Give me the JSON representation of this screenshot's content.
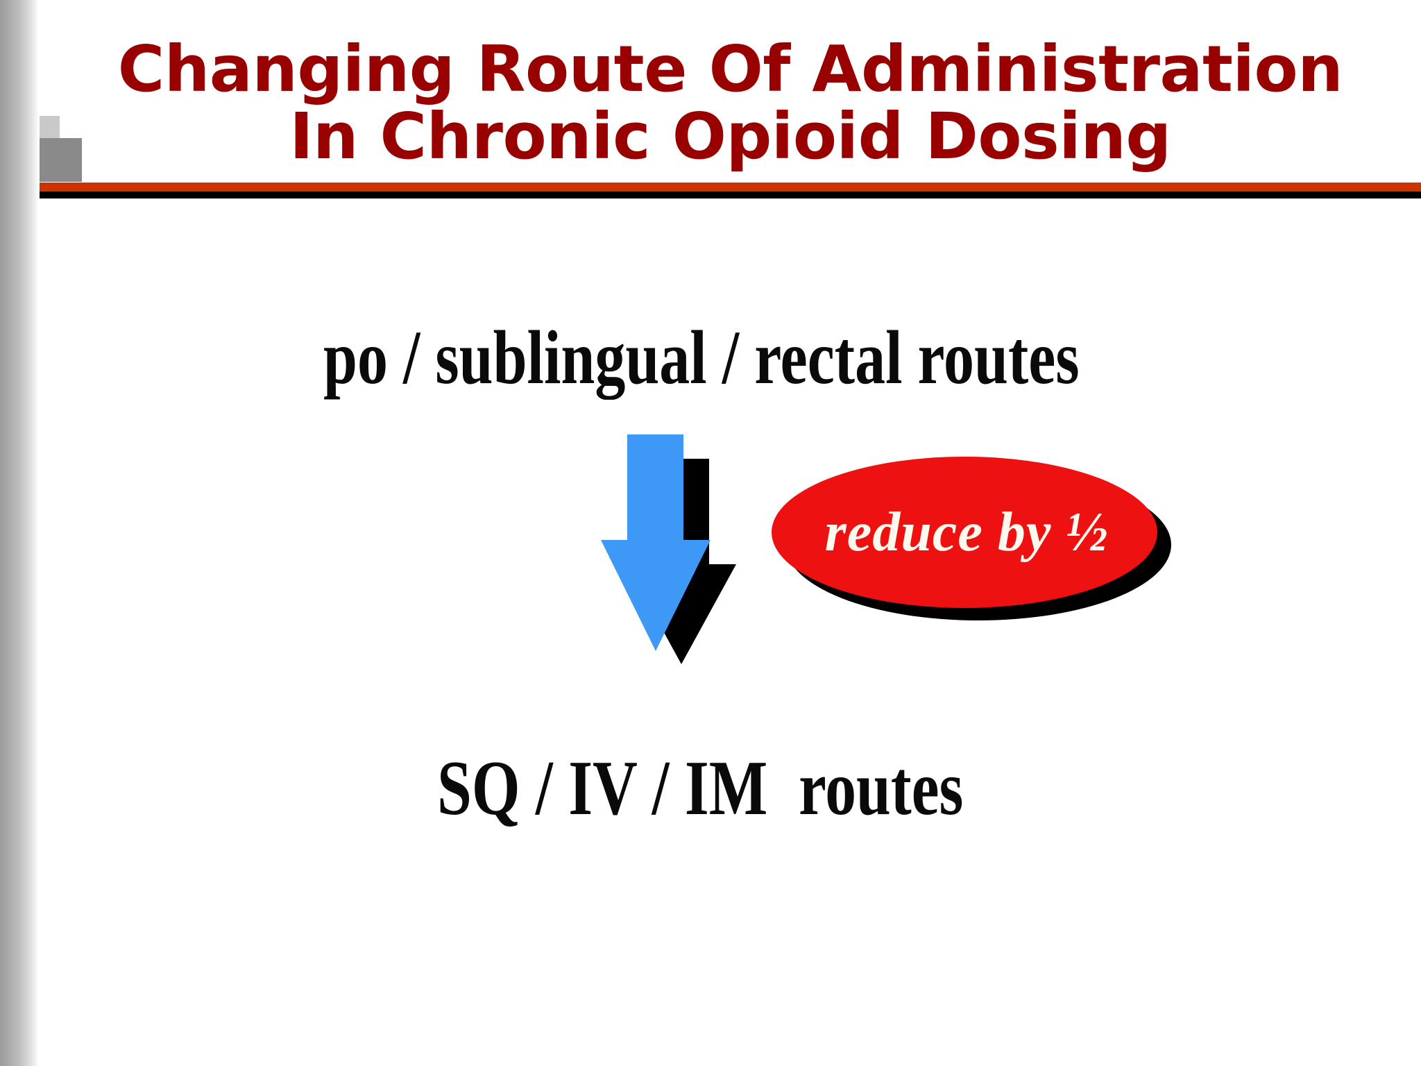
{
  "slide": {
    "title": "Changing Route Of Administration\nIn Chronic Opioid Dosing",
    "title_line_1": "Changing Route Of Administration",
    "title_line_2": "In Chronic Opioid Dosing",
    "source_route": "po / sublingual / rectal routes",
    "target_route": "SQ / IV / IM  routes",
    "conversion_note": "reduce by ½"
  },
  "colors": {
    "title_red": "#990000",
    "rule_orange": "#cc3300",
    "rule_black": "#000000",
    "arrow_blue": "#3d99f5",
    "arrow_shadow": "#000000",
    "ellipse_red": "#ee1111",
    "ellipse_text": "#fdf9ee",
    "square_light_gray": "#c9c9c9",
    "square_dark_gray": "#8a8a8a",
    "band_gray": "#9a9a9a",
    "body_text": "#0a0a0a",
    "background": "#ffffff"
  },
  "icons": {
    "arrow": "down-arrow-icon",
    "badge": "ellipse-badge-icon"
  }
}
